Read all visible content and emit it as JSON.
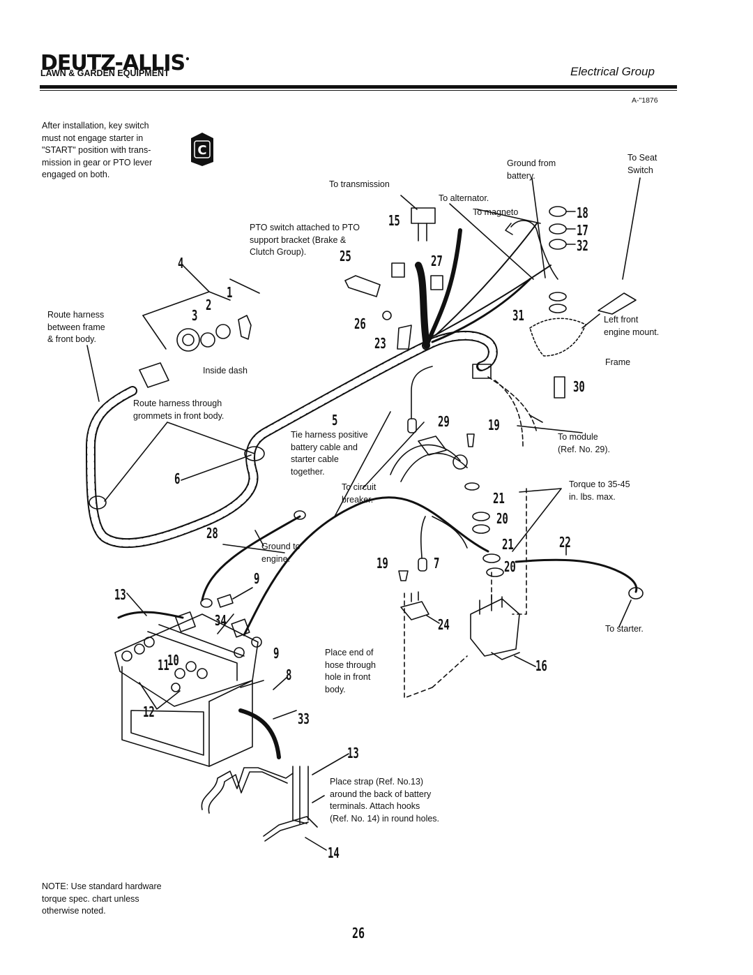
{
  "header": {
    "brand": "DEUTZ-ALLIS",
    "brand_mark": "•",
    "brand_sub": "LAWN & GARDEN EQUIPMENT",
    "section": "Electrical Group",
    "figure_id": "A-\"1876"
  },
  "badge": {
    "letter": "C"
  },
  "notes": {
    "warning": "After installation, key switch\nmust not engage starter in\n\"START\" position with trans-\nmission in gear or PTO lever\nengaged on both.",
    "bottom": "NOTE: Use standard hardware\ntorque spec. chart unless\notherwise noted."
  },
  "callouts": {
    "to_transmission": "To transmission",
    "to_alternator": "To alternator.",
    "to_magneto": "To magneto",
    "ground_from_battery": "Ground from\nbattery.",
    "to_seat_switch": "To Seat\nSwitch",
    "pto_switch": "PTO switch attached to PTO\nsupport bracket (Brake &\nClutch Group).",
    "route_frame": "Route harness\nbetween frame\n& front body.",
    "inside_dash": "Inside dash",
    "left_front_mount": "Left front\nengine mount.",
    "frame": "Frame",
    "route_grommets": "Route harness through\ngrommets in front body.",
    "tie_harness": "Tie harness positive\nbattery cable and\nstarter cable\ntogether.",
    "to_module": "To module\n(Ref. No. 29).",
    "to_circuit_breaker": "To circuit\nbreaker.",
    "torque": "Torque to 35-45\nin. lbs. max.",
    "ground_engine": "Ground to\nengine.",
    "to_starter": "To starter.",
    "hose_hole": "Place end of\nhose through\nhole in front\nbody.",
    "strap": "Place strap (Ref. No.13)\naround the back of battery\nterminals. Attach hooks\n(Ref. No. 14) in round holes."
  },
  "ref_numbers": {
    "n18": "18",
    "n17": "17",
    "n32": "32",
    "n15": "15",
    "n25": "25",
    "n27": "27",
    "n4": "4",
    "n1": "1",
    "n2": "2",
    "n3": "3",
    "n26": "26",
    "n23": "23",
    "n31": "31",
    "n30": "30",
    "n5": "5",
    "n29": "29",
    "n19a": "19",
    "n6": "6",
    "n21a": "21",
    "n20a": "20",
    "n21b": "21",
    "n22": "22",
    "n28": "28",
    "n19b": "19",
    "n7": "7",
    "n20b": "20",
    "n9a": "9",
    "n13a": "13",
    "n34": "34",
    "n24": "24",
    "n9b": "9",
    "n11": "11",
    "n10": "10",
    "n8": "8",
    "n16": "16",
    "n12": "12",
    "n33": "33",
    "n13b": "13",
    "n14": "14"
  },
  "page": {
    "number": "26"
  }
}
